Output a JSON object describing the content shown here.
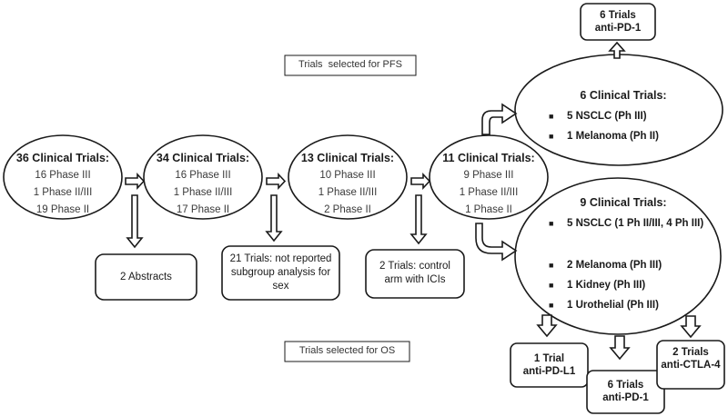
{
  "nodes": {
    "n36": {
      "title": "36 Clinical Trials:",
      "lines": [
        "16 Phase III",
        "1 Phase II/III",
        "19 Phase II"
      ]
    },
    "n34": {
      "title": "34 Clinical Trials:",
      "lines": [
        "16 Phase III",
        "1 Phase II/III",
        "17 Phase II"
      ]
    },
    "n13": {
      "title": "13 Clinical Trials:",
      "lines": [
        "10 Phase III",
        "1 Phase II/III",
        "2 Phase II"
      ]
    },
    "n11": {
      "title": "11 Clinical Trials:",
      "lines": [
        "9 Phase III",
        "1 Phase II/III",
        "1 Phase II"
      ]
    },
    "pfs": {
      "title": "6 Clinical Trials:",
      "bullets": [
        "5 NSCLC (Ph III)",
        "1 Melanoma (Ph II)"
      ]
    },
    "os": {
      "title": "9 Clinical Trials:",
      "bullets": [
        "5 NSCLC (1 Ph II/III, 4 Ph III)",
        "2 Melanoma (Ph III)",
        "1 Kidney (Ph III)",
        "1 Urothelial (Ph III)"
      ]
    }
  },
  "exclusions": {
    "abstracts": "2 Abstracts",
    "subgroup": "21 Trials: not reported subgroup analysis for sex",
    "control": "2 Trials: control arm with ICIs"
  },
  "results": {
    "pfs_antipd1": {
      "line1": "6 Trials",
      "line2": "anti-PD-1"
    },
    "os_antipdl1": {
      "line1": "1 Trial",
      "line2": "anti-PD-L1"
    },
    "os_antipd1": {
      "line1": "6 Trials",
      "line2": "anti-PD-1"
    },
    "os_antictla4": {
      "line1": "2 Trials",
      "line2": "anti-CTLA-4"
    }
  },
  "labels": {
    "pfs": "Trials  selected for PFS",
    "os": "Trials selected for OS"
  },
  "bullet_char": "■",
  "colors": {
    "stroke": "#1a1a1a",
    "fill": "#ffffff"
  }
}
